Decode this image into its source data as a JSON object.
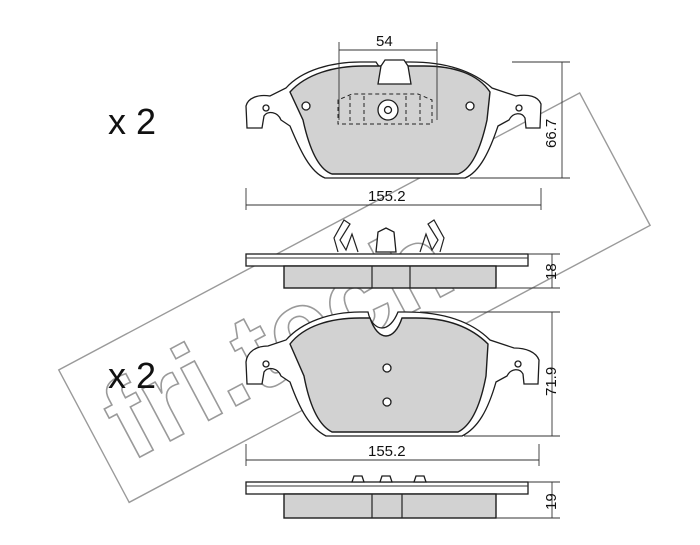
{
  "watermark": {
    "brand": "fri.tech."
  },
  "quantities": {
    "top_pad": "x 2",
    "bottom_pad": "x 2"
  },
  "dimensions": {
    "top_width": "155.2",
    "top_height": "66.7",
    "top_spacing": "54",
    "top_thickness": "18",
    "bottom_width": "155.2",
    "bottom_height": "71.9",
    "bottom_thickness": "19"
  }
}
